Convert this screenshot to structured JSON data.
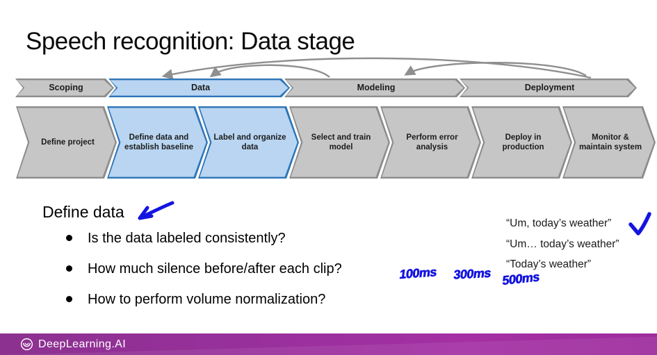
{
  "title": "Speech recognition: Data stage",
  "lifecycle": {
    "stages": [
      {
        "label": "Scoping",
        "highlighted": false
      },
      {
        "label": "Data",
        "highlighted": true
      },
      {
        "label": "Modeling",
        "highlighted": false
      },
      {
        "label": "Deployment",
        "highlighted": false
      }
    ],
    "steps": [
      {
        "label": "Define project",
        "highlighted": false
      },
      {
        "label": "Define data and establish baseline",
        "highlighted": true
      },
      {
        "label": "Label and organize data",
        "highlighted": true
      },
      {
        "label": "Select and train model",
        "highlighted": false
      },
      {
        "label": "Perform error analysis",
        "highlighted": false
      },
      {
        "label": "Deploy in production",
        "highlighted": false
      },
      {
        "label": "Monitor & maintain system",
        "highlighted": false
      }
    ],
    "feedback_arcs": [
      "Deployment to Data",
      "Modeling to Data",
      "Deployment to Modeling"
    ]
  },
  "section": {
    "heading": "Define data",
    "bullets": [
      "Is the data labeled consistently?",
      "How much silence before/after each clip?",
      "How to perform volume normalization?"
    ]
  },
  "examples": {
    "quote1": "“Um, today’s weather”",
    "quote2": "“Um… today’s weather”",
    "quote3": "“Today’s weather”"
  },
  "annotations": {
    "duration1": "100ms",
    "duration2": "300ms",
    "duration3": "500ms"
  },
  "footer": {
    "brand": "DeepLearning.AI"
  },
  "colors": {
    "highlight_fill": "#b9d5f2",
    "highlight_border": "#2e75b6",
    "gray_fill": "#c6c6c6",
    "gray_border": "#8c8c8c",
    "ink_blue": "#1414e0",
    "footer_purple": "#9a2f9d"
  }
}
